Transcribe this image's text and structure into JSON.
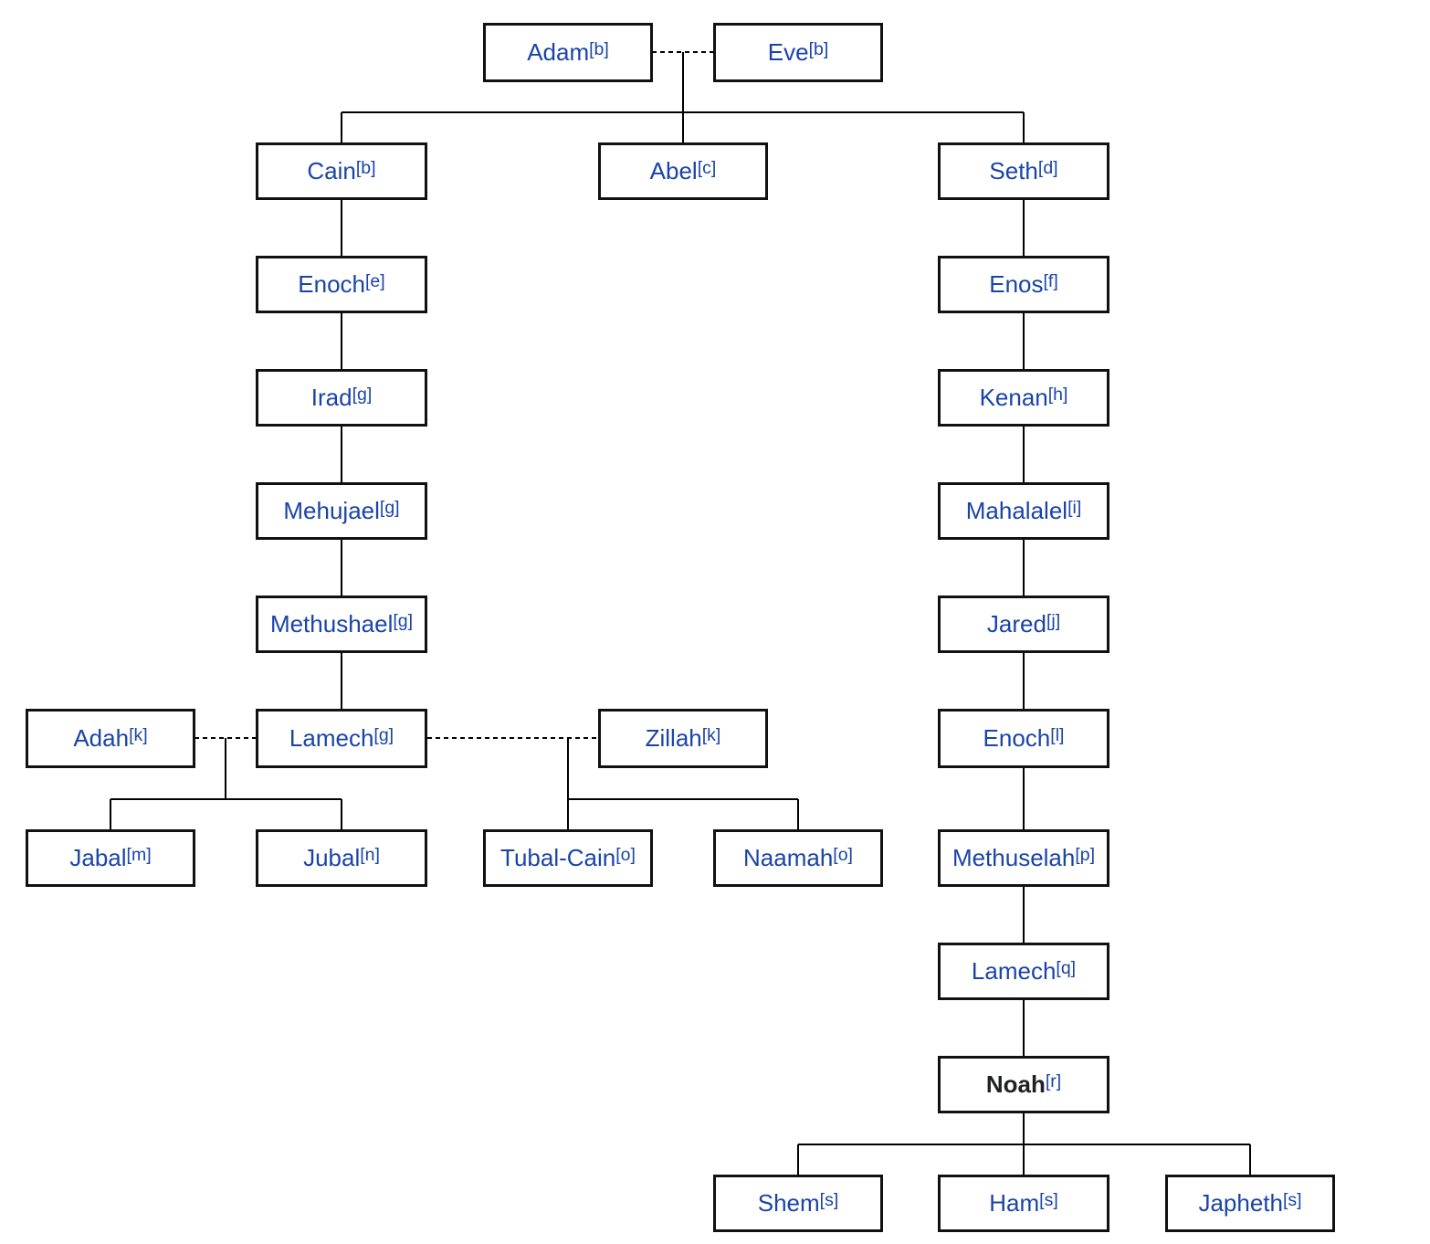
{
  "intro_text": "",
  "colors": {
    "link": "#1a44a8",
    "border": "#111111",
    "text": "#202122"
  },
  "people": {
    "adam": {
      "name": "Adam",
      "note": "[b]"
    },
    "eve": {
      "name": "Eve",
      "note": "[b]"
    },
    "cain": {
      "name": "Cain",
      "note": "[b]"
    },
    "abel": {
      "name": "Abel",
      "note": "[c]"
    },
    "seth": {
      "name": "Seth",
      "note": "[d]"
    },
    "enoch_cain": {
      "name": "Enoch",
      "note": "[e]"
    },
    "irad": {
      "name": "Irad",
      "note": "[g]"
    },
    "mehujael": {
      "name": "Mehujael",
      "note": "[g]"
    },
    "methushael": {
      "name": "Methushael",
      "note": "[g]"
    },
    "lamech_cain": {
      "name": "Lamech",
      "note": "[g]"
    },
    "adah": {
      "name": "Adah",
      "note": "[k]"
    },
    "zillah": {
      "name": "Zillah",
      "note": "[k]"
    },
    "jabal": {
      "name": "Jabal",
      "note": "[m]"
    },
    "jubal": {
      "name": "Jubal",
      "note": "[n]"
    },
    "tubal_cain": {
      "name": "Tubal-Cain",
      "note": "[o]"
    },
    "naamah": {
      "name": "Naamah",
      "note": "[o]"
    },
    "enos": {
      "name": "Enos",
      "note": "[f]"
    },
    "kenan": {
      "name": "Kenan",
      "note": "[h]"
    },
    "mahalalel": {
      "name": "Mahalalel",
      "note": "[i]"
    },
    "jared": {
      "name": "Jared",
      "note": "[j]"
    },
    "enoch_seth": {
      "name": "Enoch",
      "note": "[l]"
    },
    "methuselah": {
      "name": "Methuselah",
      "note": "[p]"
    },
    "lamech_seth": {
      "name": "Lamech",
      "note": "[q]"
    },
    "noah": {
      "name": "Noah",
      "note": "[r]"
    },
    "shem": {
      "name": "Shem",
      "note": "[s]"
    },
    "ham": {
      "name": "Ham",
      "note": "[s]"
    },
    "japheth": {
      "name": "Japheth",
      "note": "[s]"
    }
  }
}
